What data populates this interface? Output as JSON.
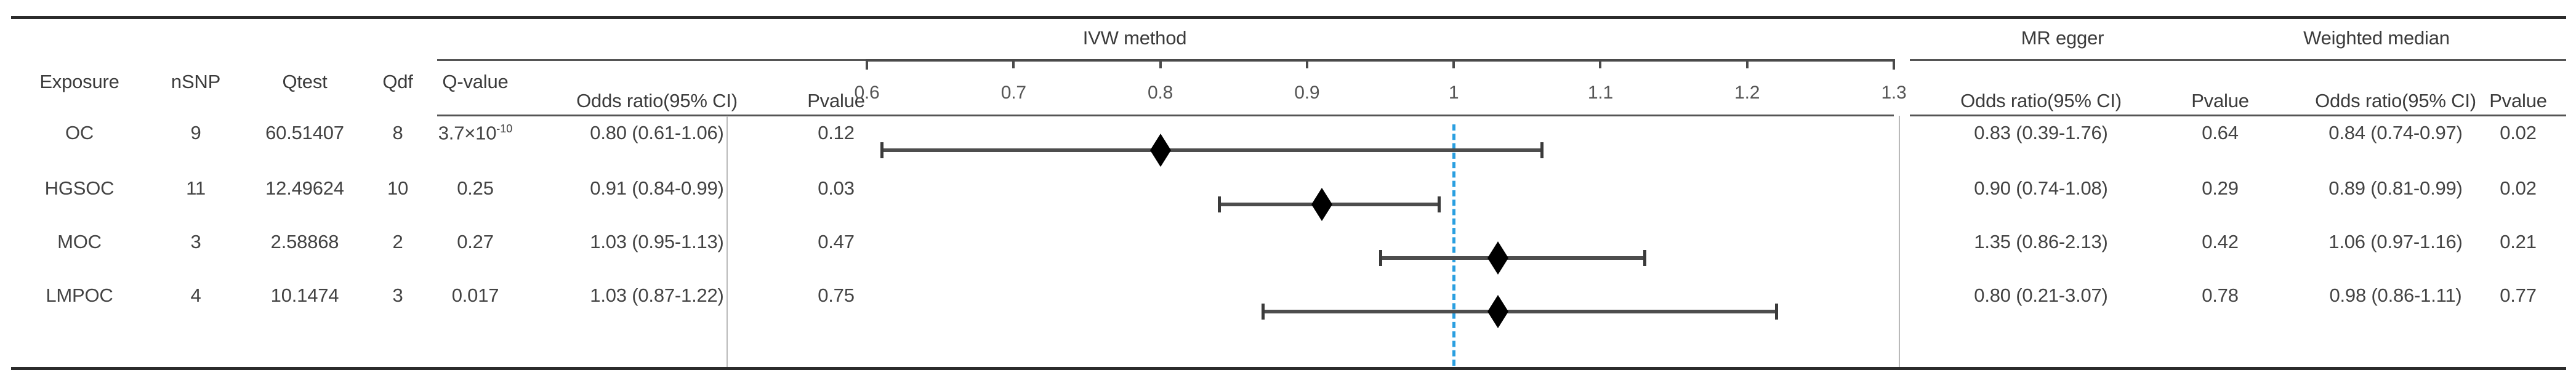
{
  "figure": {
    "kind": "forest-plot-table",
    "reference_value": 1,
    "reference_line_color": "#2a9fe0",
    "marker_color": "#000000"
  },
  "group_headers": {
    "ivw": "IVW method",
    "mr_egger": "MR egger",
    "weighted_median": "Weighted median"
  },
  "columns": {
    "exposure": "Exposure",
    "nsnp": "nSNP",
    "qtest": "Qtest",
    "qdf": "Qdf",
    "qvalue": "Q-value",
    "ivw_or": "Odds ratio(95% CI)",
    "ivw_p": "Pvalue",
    "egger_or": "Odds ratio(95% CI)",
    "egger_p": "Pvalue",
    "wm_or": "Odds ratio(95% CI)",
    "wm_p": "Pvalue"
  },
  "axis": {
    "min": 0.6,
    "max": 1.3,
    "ticks": [
      "0.6",
      "0.7",
      "0.8",
      "0.9",
      "1",
      "1.1",
      "1.2",
      "1.3"
    ],
    "tick_values": [
      0.6,
      0.7,
      0.8,
      0.9,
      1.0,
      1.1,
      1.2,
      1.3
    ]
  },
  "rows": [
    {
      "exposure": "OC",
      "nsnp": "9",
      "qtest": "60.51407",
      "qdf": "8",
      "qvalue_mantissa": "3.7×10",
      "qvalue_exponent": "-10",
      "ivw_or": "0.80 (0.61-1.06)",
      "ivw_p": "0.12",
      "egger_or": "0.83 (0.39-1.76)",
      "egger_p": "0.64",
      "wm_or": "0.84 (0.74-0.97)",
      "wm_p": "0.02",
      "plot": {
        "estimate": 0.8,
        "lower": 0.61,
        "upper": 1.06
      }
    },
    {
      "exposure": "HGSOC",
      "nsnp": "11",
      "qtest": "12.49624",
      "qdf": "10",
      "qvalue_mantissa": "0.25",
      "qvalue_exponent": "",
      "ivw_or": "0.91 (0.84-0.99)",
      "ivw_p": "0.03",
      "egger_or": "0.90 (0.74-1.08)",
      "egger_p": "0.29",
      "wm_or": "0.89 (0.81-0.99)",
      "wm_p": "0.02",
      "plot": {
        "estimate": 0.91,
        "lower": 0.84,
        "upper": 0.99
      }
    },
    {
      "exposure": "MOC",
      "nsnp": "3",
      "qtest": "2.58868",
      "qdf": "2",
      "qvalue_mantissa": "0.27",
      "qvalue_exponent": "",
      "ivw_or": "1.03 (0.95-1.13)",
      "ivw_p": "0.47",
      "egger_or": "1.35 (0.86-2.13)",
      "egger_p": "0.42",
      "wm_or": "1.06 (0.97-1.16)",
      "wm_p": "0.21",
      "plot": {
        "estimate": 1.03,
        "lower": 0.95,
        "upper": 1.13
      }
    },
    {
      "exposure": "LMPOC",
      "nsnp": "4",
      "qtest": "10.1474",
      "qdf": "3",
      "qvalue_mantissa": "0.017",
      "qvalue_exponent": "",
      "ivw_or": "1.03 (0.87-1.22)",
      "ivw_p": "0.75",
      "egger_or": "0.80 (0.21-3.07)",
      "egger_p": "0.78",
      "wm_or": "0.98 (0.86-1.11)",
      "wm_p": "0.77",
      "plot": {
        "estimate": 1.03,
        "lower": 0.87,
        "upper": 1.22
      }
    }
  ],
  "chart_data": {
    "type": "scatter",
    "title": "IVW method",
    "xlabel": "",
    "ylabel": "",
    "xlim": [
      0.6,
      1.3
    ],
    "xticks": [
      0.6,
      0.7,
      0.8,
      0.9,
      1.0,
      1.1,
      1.2,
      1.3
    ],
    "xticklabels": [
      "0.6",
      "0.7",
      "0.8",
      "0.9",
      "1",
      "1.1",
      "1.2",
      "1.3"
    ],
    "grid": false,
    "reference_line": 1.0,
    "categories": [
      "OC",
      "HGSOC",
      "MOC",
      "LMPOC"
    ],
    "values": [
      0.8,
      0.91,
      1.03,
      1.03
    ],
    "error_lower": [
      0.61,
      0.84,
      0.95,
      0.87
    ],
    "error_upper": [
      1.06,
      0.99,
      1.13,
      1.22
    ],
    "legend": []
  }
}
